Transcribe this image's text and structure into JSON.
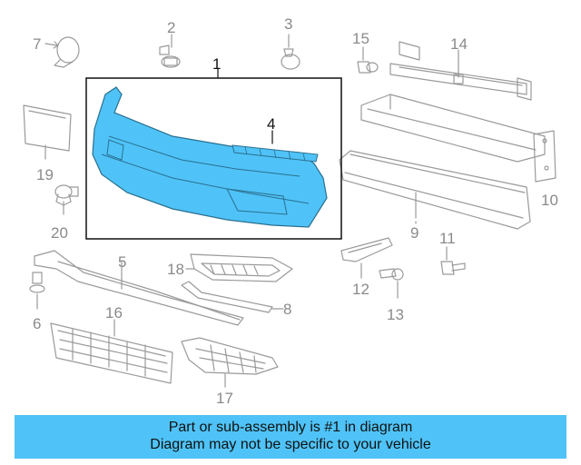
{
  "diagram": {
    "callouts": {
      "c1": "1",
      "c2": "2",
      "c3": "3",
      "c4": "4",
      "c5": "5",
      "c6": "6",
      "c7": "7",
      "c8": "8",
      "c9": "9",
      "c10": "10",
      "c11": "11",
      "c12": "12",
      "c13": "13",
      "c14": "14",
      "c15": "15",
      "c16": "16",
      "c17": "17",
      "c18": "18",
      "c19": "19",
      "c20": "20"
    },
    "highlight_color": "#4fc3f7",
    "line_color": "#9a9a9a"
  },
  "banner": {
    "line1": "Part or sub-assembly is #1 in diagram",
    "line2": "Diagram may not be specific to your vehicle",
    "background": "#4fc3f7"
  }
}
